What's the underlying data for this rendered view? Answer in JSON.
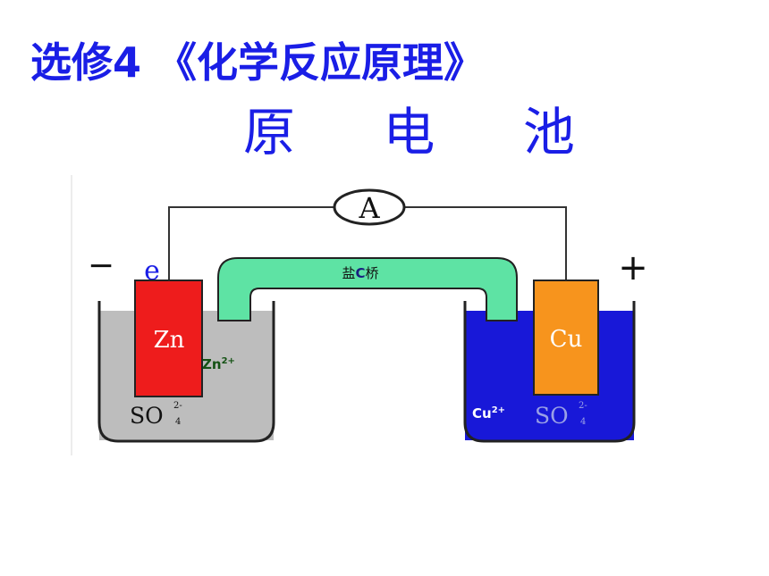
{
  "title": "选修4 《化学反应原理》",
  "subtitle": "原 电 池",
  "diagram": {
    "ammeter_label": "A",
    "negative_sign": "−",
    "positive_sign": "+",
    "electron_label": "e",
    "salt_bridge_label_pre": "盐",
    "salt_bridge_label_mid": "C",
    "salt_bridge_label_post": "桥",
    "left_electrode": "Zn",
    "right_electrode": "Cu",
    "left_ion": "Zn",
    "left_ion_charge": "2+",
    "right_ion": "Cu",
    "right_ion_charge": "2+",
    "left_anion": "SO",
    "left_anion_sub": "4",
    "left_anion_charge": "2-",
    "right_anion": "SO",
    "right_anion_sub": "4",
    "right_anion_charge": "2-"
  },
  "colors": {
    "title": "#1a1ee6",
    "zinc_electrode": "#ee1c1c",
    "copper_electrode": "#f7941d",
    "left_solution": "#bdbdbd",
    "right_solution": "#1818d8",
    "salt_bridge": "#5ee3a4"
  }
}
